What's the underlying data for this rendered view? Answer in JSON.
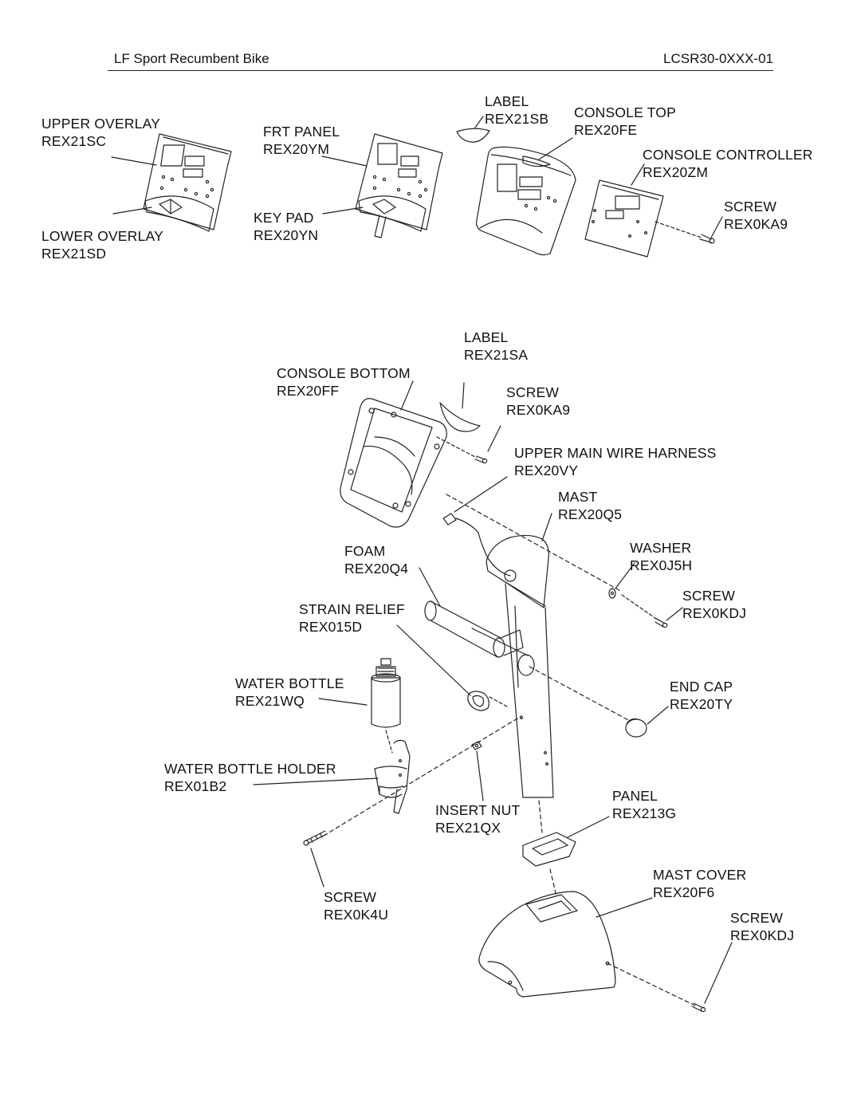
{
  "header": {
    "title": "LF Sport Recumbent Bike",
    "doc_number": "LCSR30-0XXX-01"
  },
  "parts": {
    "upper_overlay": {
      "name": "UPPER OVERLAY",
      "code": "REX21SC"
    },
    "lower_overlay": {
      "name": "LOWER OVERLAY",
      "code": "REX21SD"
    },
    "frt_panel": {
      "name": "FRT PANEL",
      "code": "REX20YM"
    },
    "key_pad": {
      "name": "KEY PAD",
      "code": "REX20YN"
    },
    "label_top": {
      "name": "LABEL",
      "code": "REX21SB"
    },
    "console_top": {
      "name": "CONSOLE TOP",
      "code": "REX20FE"
    },
    "console_controller": {
      "name": "CONSOLE CONTROLLER",
      "code": "REX20ZM"
    },
    "screw_controller": {
      "name": "SCREW",
      "code": "REX0KA9"
    },
    "label_bottom": {
      "name": "LABEL",
      "code": "REX21SA"
    },
    "console_bottom": {
      "name": "CONSOLE BOTTOM",
      "code": "REX20FF"
    },
    "screw_console_bottom": {
      "name": "SCREW",
      "code": "REX0KA9"
    },
    "upper_main_wire_harness": {
      "name": "UPPER MAIN WIRE HARNESS",
      "code": "REX20VY"
    },
    "mast": {
      "name": "MAST",
      "code": "REX20Q5"
    },
    "foam": {
      "name": "FOAM",
      "code": "REX20Q4"
    },
    "washer": {
      "name": "WASHER",
      "code": "REX0J5H"
    },
    "screw_mast": {
      "name": "SCREW",
      "code": "REX0KDJ"
    },
    "strain_relief": {
      "name": "STRAIN RELIEF",
      "code": "REX015D"
    },
    "water_bottle": {
      "name": "WATER BOTTLE",
      "code": "REX21WQ"
    },
    "end_cap": {
      "name": "END CAP",
      "code": "REX20TY"
    },
    "water_bottle_holder": {
      "name": "WATER BOTTLE HOLDER",
      "code": "REX01B2"
    },
    "insert_nut": {
      "name": "INSERT NUT",
      "code": "REX21QX"
    },
    "panel": {
      "name": "PANEL",
      "code": "REX213G"
    },
    "mast_cover": {
      "name": "MAST COVER",
      "code": "REX20F6"
    },
    "screw_holder": {
      "name": "SCREW",
      "code": "REX0K4U"
    },
    "screw_mast_cover": {
      "name": "SCREW",
      "code": "REX0KDJ"
    }
  }
}
